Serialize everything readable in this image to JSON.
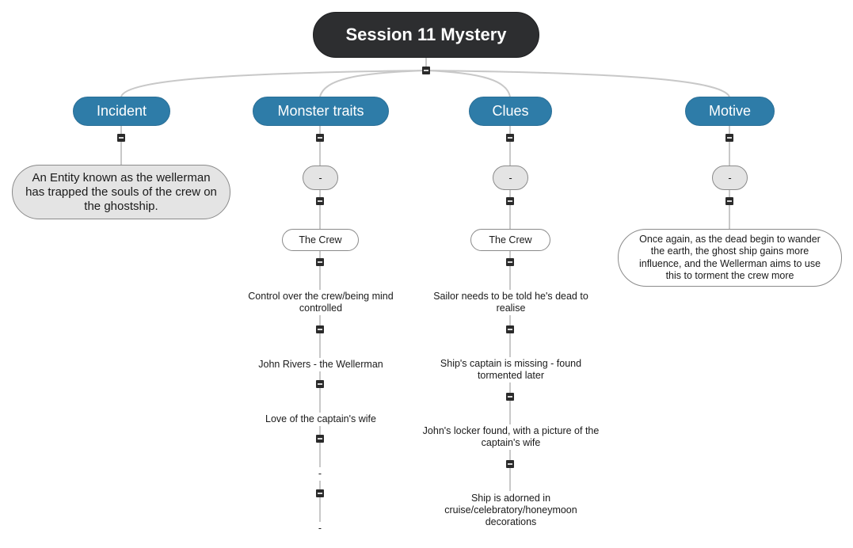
{
  "map": {
    "root": {
      "label": "Session 11 Mystery"
    },
    "branches": [
      {
        "label": "Incident",
        "children": [
          {
            "label": "An Entity known as the wellerman has trapped the souls of the crew on the ghostship."
          }
        ]
      },
      {
        "label": "Monster traits",
        "placeholder": "-",
        "group": "The Crew",
        "items": [
          "Control over the crew/being mind controlled",
          "John Rivers - the Wellerman",
          "Love of the captain's wife",
          "-",
          "-"
        ]
      },
      {
        "label": "Clues",
        "placeholder": "-",
        "group": "The Crew",
        "items": [
          "Sailor needs to be told he's dead to realise",
          "Ship's captain is missing - found tormented later",
          "John's locker found, with a picture of the captain's wife",
          "Ship is adorned in cruise/celebratory/honeymoon decorations"
        ]
      },
      {
        "label": "Motive",
        "placeholder": "-",
        "children": [
          {
            "label": "Once again, as the dead begin to wander the earth, the ghost ship gains more influence, and the Wellerman aims to use this to torment the crew more"
          }
        ]
      }
    ],
    "toggle_icon": "collapse-minus-icon"
  },
  "colors": {
    "root_fill": "#2d2e30",
    "branch_fill": "#2e7ca8",
    "leaf_fill": "#e4e4e4",
    "connector": "#c8c8c8",
    "toggle": "#2b2b2b"
  }
}
